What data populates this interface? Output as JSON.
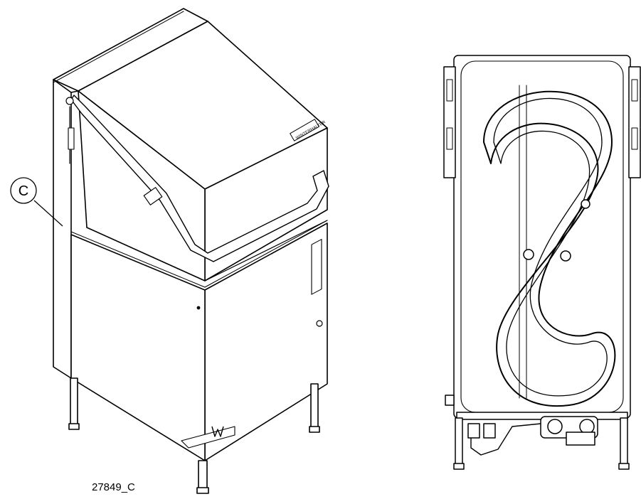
{
  "figure": {
    "callout_letter": "C",
    "figure_id": "27849_C",
    "brand_badge": "WINTERHALTER",
    "brand_logo_icon": "winterhalter-w-logo-icon"
  }
}
